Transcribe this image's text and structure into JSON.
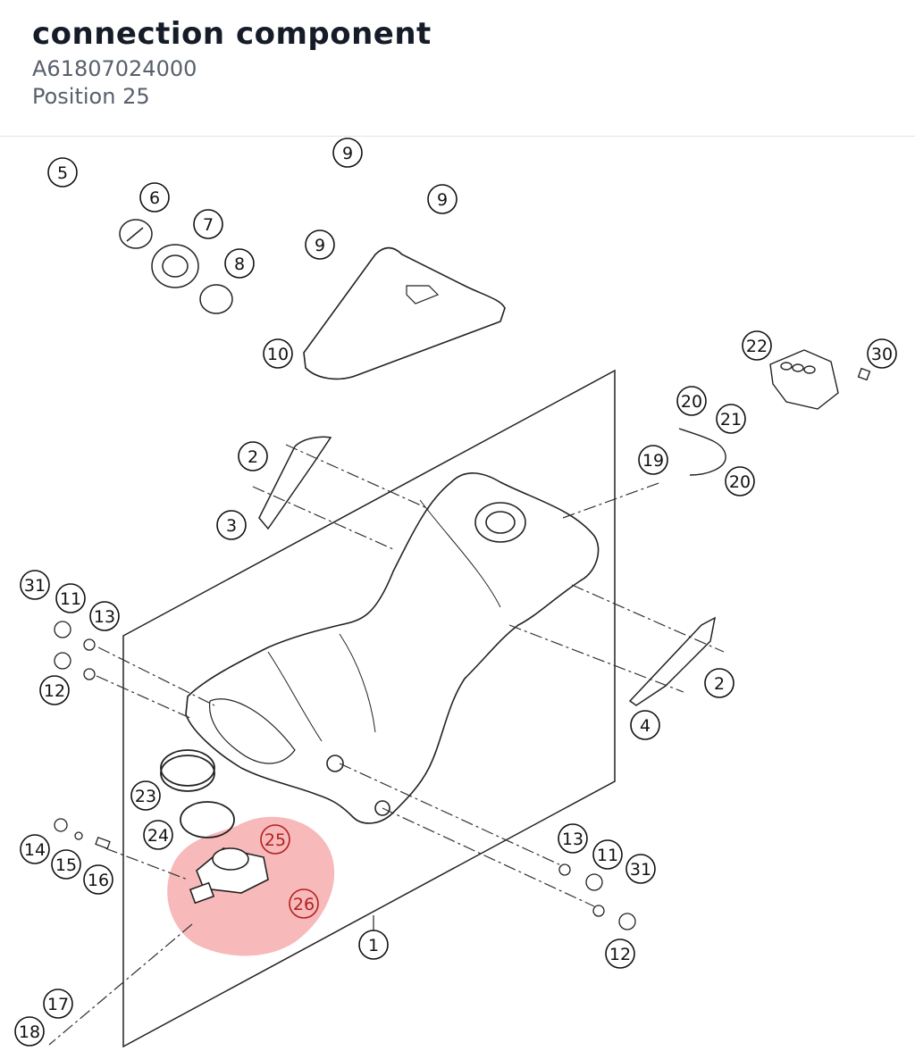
{
  "header": {
    "title": "connection component",
    "part_number": "A61807024000",
    "position": "Position 25"
  },
  "diagram": {
    "highlight_color": "#f08080",
    "highlighted_position": "25",
    "callouts": [
      "5",
      "6",
      "7",
      "8",
      "9",
      "9",
      "9",
      "10",
      "22",
      "30",
      "20",
      "21",
      "19",
      "20",
      "2",
      "3",
      "31",
      "11",
      "13",
      "12",
      "2",
      "4",
      "23",
      "24",
      "25",
      "26",
      "14",
      "15",
      "16",
      "13",
      "11",
      "31",
      "12",
      "1",
      "17",
      "18"
    ]
  }
}
